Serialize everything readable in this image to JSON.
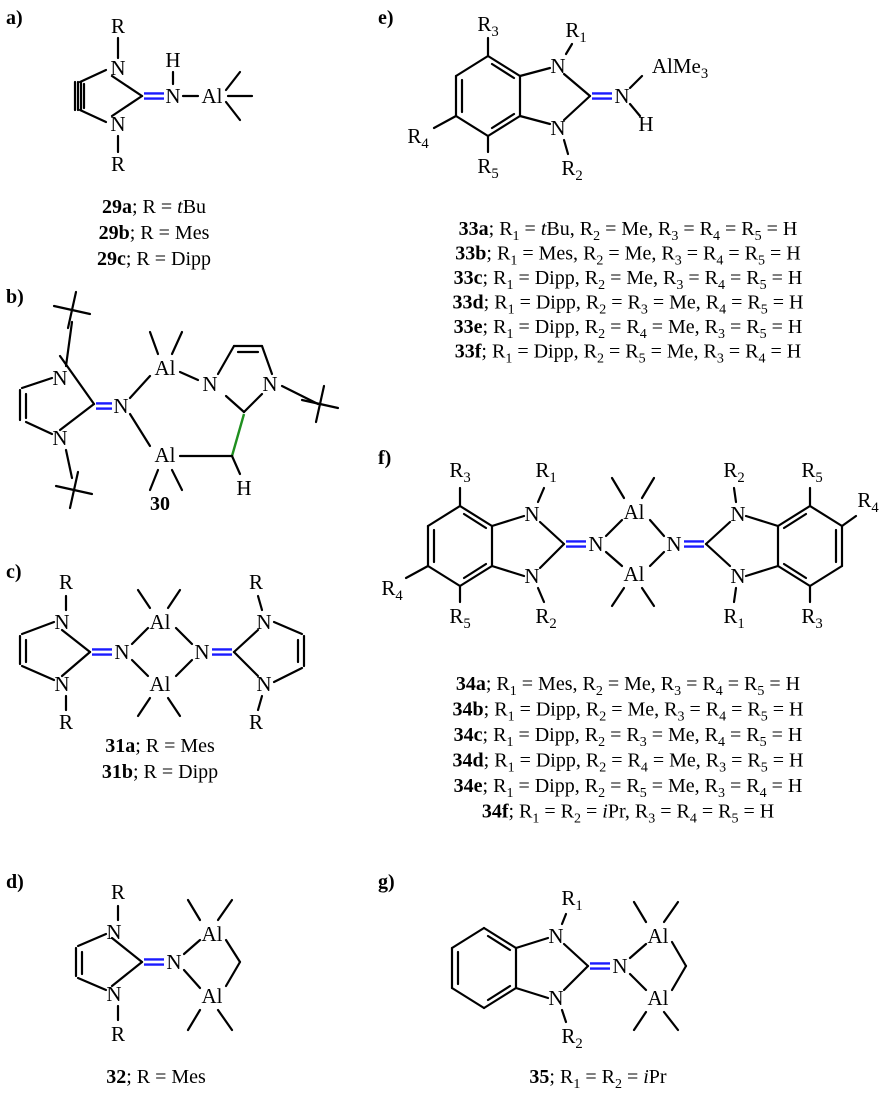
{
  "panels": {
    "a": {
      "label": "a)",
      "atoms": {
        "r": "R",
        "n": "N",
        "h": "H",
        "al": "Al"
      },
      "captions": [
        {
          "bold": "29a",
          "rest": "; R = tBu"
        },
        {
          "bold": "29b",
          "rest": "; R = Mes"
        },
        {
          "bold": "29c",
          "rest": "; R = Dipp"
        }
      ]
    },
    "b": {
      "label": "b)",
      "atoms": {
        "n": "N",
        "al": "Al",
        "h": "H"
      },
      "caption": "30"
    },
    "c": {
      "label": "c)",
      "atoms": {
        "r": "R",
        "n": "N",
        "al": "Al"
      },
      "captions": [
        {
          "bold": "31a",
          "rest": "; R = Mes"
        },
        {
          "bold": "31b",
          "rest": "; R = Dipp"
        }
      ]
    },
    "d": {
      "label": "d)",
      "atoms": {
        "r": "R",
        "n": "N",
        "al": "Al"
      },
      "captions": [
        {
          "bold": "32",
          "rest": "; R = Mes"
        }
      ]
    },
    "e": {
      "label": "e)",
      "atoms": {
        "r1": "R1",
        "r2": "R2",
        "r3": "R3",
        "r4": "R4",
        "r5": "R5",
        "n": "N",
        "h": "H",
        "almet": "AlMe3"
      },
      "captions": [
        {
          "bold": "33a",
          "rest": "; R1 = tBu, R2 = Me, R3 = R4 = R5 = H"
        },
        {
          "bold": "33b",
          "rest": "; R1 = Mes, R2 = Me, R3 = R4 = R5 = H"
        },
        {
          "bold": "33c",
          "rest": "; R1 = Dipp, R2 = Me, R3 = R4 = R5 = H"
        },
        {
          "bold": "33d",
          "rest": "; R1 = Dipp, R2 = R3 = Me, R4 = R5 = H"
        },
        {
          "bold": "33e",
          "rest": "; R1 = Dipp, R2 = R4 = Me, R3 = R5 = H"
        },
        {
          "bold": "33f",
          "rest": "; R1 = Dipp, R2 = R5 = Me, R3 = R4 = H"
        }
      ]
    },
    "f": {
      "label": "f)",
      "atoms": {
        "r1": "R1",
        "r2": "R2",
        "r3": "R3",
        "r4": "R4",
        "r5": "R5",
        "n": "N",
        "al": "Al"
      },
      "captions": [
        {
          "bold": "34a",
          "rest": "; R1 = Mes, R2 = Me, R3 = R4 = R5 = H"
        },
        {
          "bold": "34b",
          "rest": "; R1 = Dipp, R2 = Me, R3 = R4 = R5 = H"
        },
        {
          "bold": "34c",
          "rest": "; R1 = Dipp, R2 = R3 = Me, R4 = R5 = H"
        },
        {
          "bold": "34d",
          "rest": "; R1 = Dipp, R2 = R4 = Me, R3 = R5 = H"
        },
        {
          "bold": "34e",
          "rest": "; R1 = Dipp, R2 = R5 = Me, R3 = R4 = H"
        },
        {
          "bold": "34f",
          "rest": "; R1 = R2 = iPr, R3 = R4 = R5 = H"
        }
      ]
    },
    "g": {
      "label": "g)",
      "atoms": {
        "r1": "R1",
        "r2": "R2",
        "n": "N",
        "al": "Al"
      },
      "captions": [
        {
          "bold": "35",
          "rest": "; R1 = R2 = iPr"
        }
      ]
    }
  },
  "colors": {
    "imine_bond": "#1a1aff",
    "new_bond": "#1f8f1f"
  }
}
